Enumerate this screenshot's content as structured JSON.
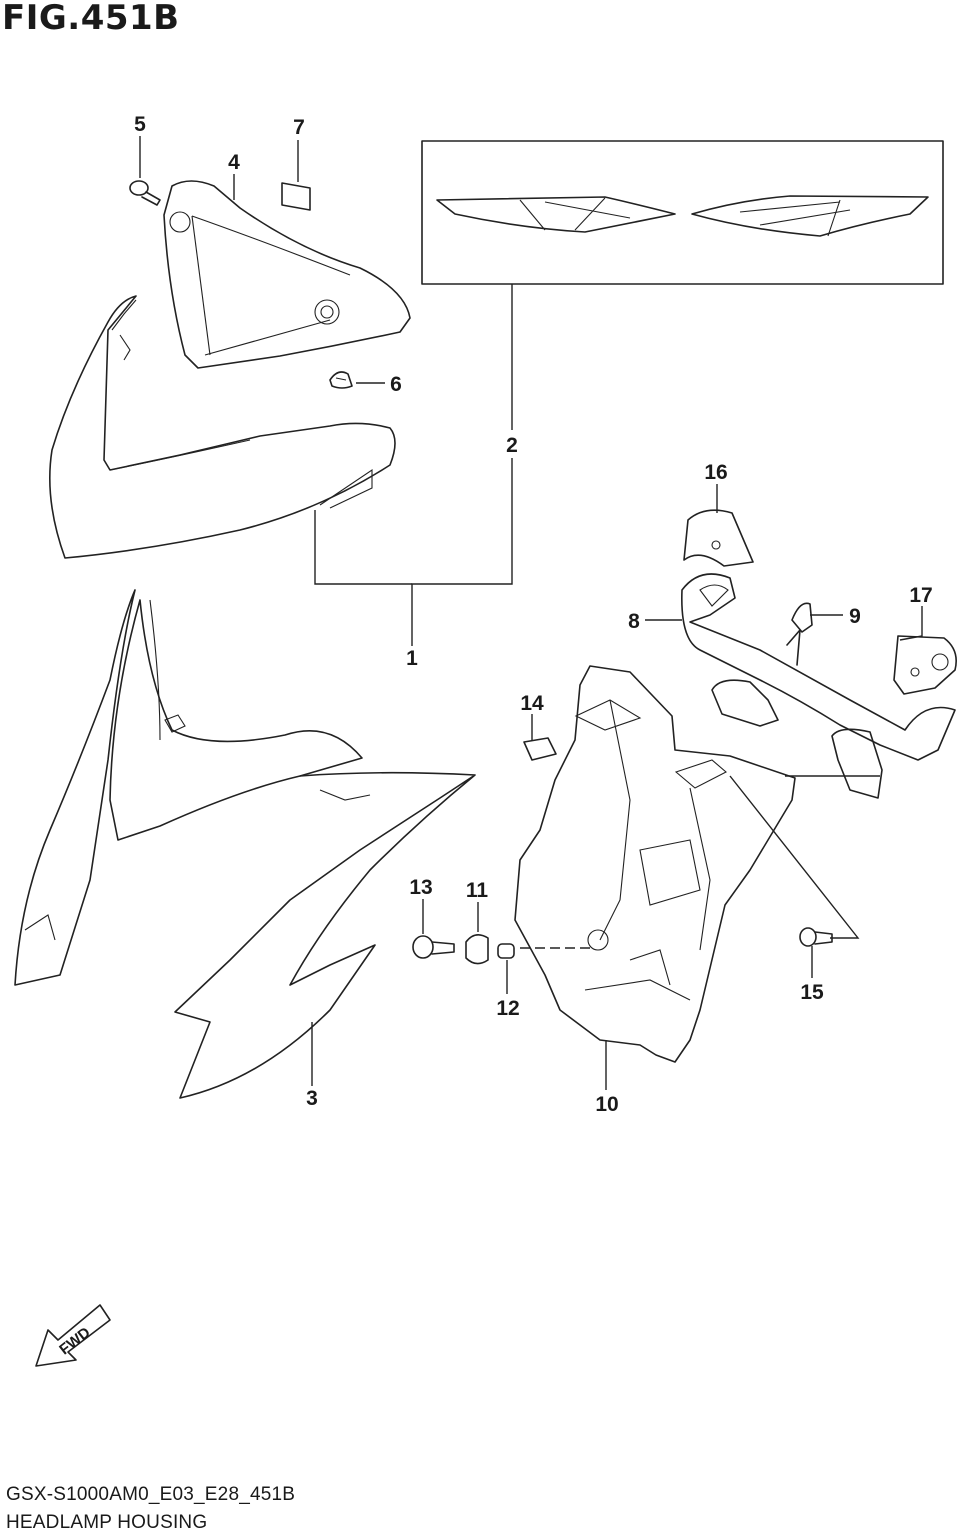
{
  "figure": {
    "title": "FIG.451B"
  },
  "fwd_label": "FWD",
  "callouts": [
    "1",
    "2",
    "3",
    "4",
    "5",
    "6",
    "7",
    "8",
    "9",
    "10",
    "11",
    "12",
    "13",
    "14",
    "15",
    "16",
    "17"
  ],
  "footer": {
    "model_code": "GSX-S1000AM0_E03_E28_451B",
    "section_name": "HEADLAMP HOUSING"
  }
}
